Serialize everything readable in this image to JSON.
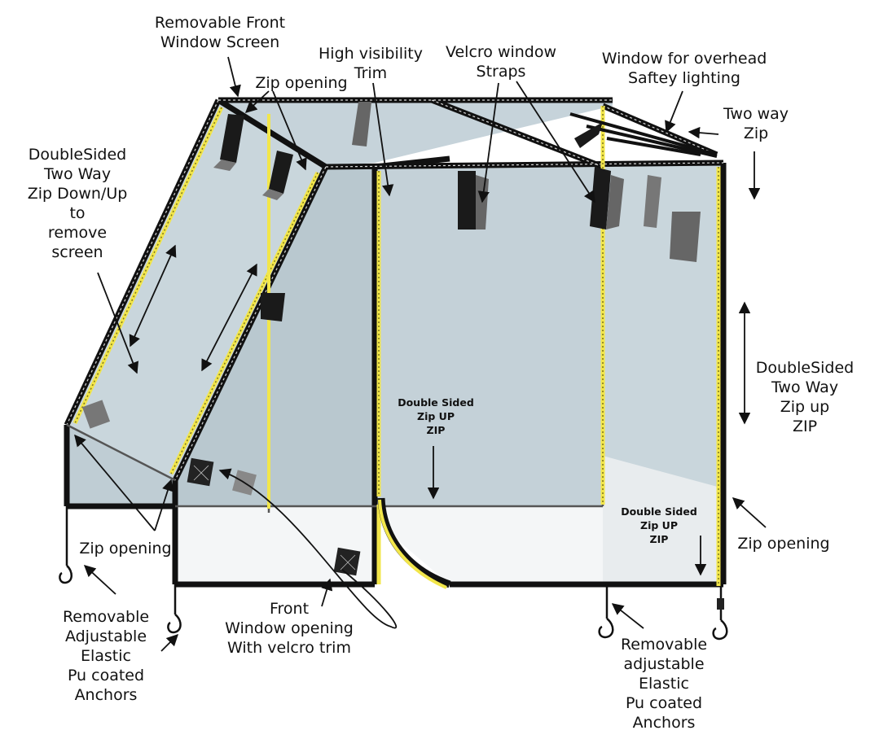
{
  "colors": {
    "panel": "#c9d6dc",
    "panel_dark": "#aebec6",
    "floor": "#eef1f2",
    "frame": "#111111",
    "frame_stitch": "#d9d9d9",
    "zip": "#f2e64a",
    "strap": "#1a1a1a",
    "strap_shadow": "#666666",
    "arrow": "#111111"
  },
  "icons": {
    "hook": "anchor-hook-icon",
    "strap": "velcro-strap-icon",
    "patch": "velcro-patch-icon",
    "arrow": "pointer-arrow-icon"
  },
  "labels": {
    "removable_front_screen": [
      "Removable Front",
      "Window Screen"
    ],
    "zip_opening_top": [
      "Zip opening"
    ],
    "high_visibility_trim": [
      "High visibility",
      "Trim"
    ],
    "velcro_window_straps": [
      "Velcro window",
      "Straps"
    ],
    "window_overhead_lighting": [
      "Window for overhead",
      "Saftey lighting"
    ],
    "two_way_zip": [
      "Two way",
      "Zip"
    ],
    "doublesided_left": [
      "DoubleSided",
      "Two Way",
      "Zip Down/Up",
      "to",
      "remove",
      "screen"
    ],
    "doublesided_right": [
      "DoubleSided",
      "Two Way",
      "Zip up",
      "ZIP"
    ],
    "double_sided_center": [
      "Double Sided",
      "Zip  UP",
      "ZIP"
    ],
    "double_sided_right": [
      "Double Sided",
      "Zip  UP",
      "ZIP"
    ],
    "zip_opening_left": [
      "Zip opening"
    ],
    "zip_opening_right": [
      "Zip opening"
    ],
    "front_window_opening": [
      "Front",
      "Window opening",
      "With velcro trim"
    ],
    "anchors_left": [
      "Removable",
      "Adjustable",
      "Elastic",
      "Pu coated",
      "Anchors"
    ],
    "anchors_right": [
      "Removable",
      "adjustable",
      "Elastic",
      "Pu coated",
      "Anchors"
    ]
  }
}
